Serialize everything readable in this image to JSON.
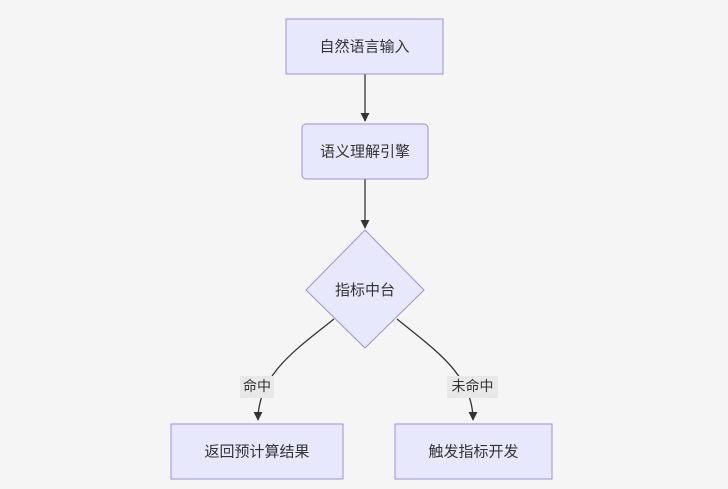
{
  "diagram": {
    "nodes": {
      "input": {
        "label": "自然语言输入"
      },
      "engine": {
        "label": "语义理解引擎"
      },
      "platform": {
        "label": "指标中台"
      },
      "return_result": {
        "label": "返回预计算结果"
      },
      "trigger_dev": {
        "label": "触发指标开发"
      }
    },
    "edges": {
      "input_to_engine": {
        "label": ""
      },
      "engine_to_platform": {
        "label": ""
      },
      "platform_to_return": {
        "label": "命中"
      },
      "platform_to_trigger": {
        "label": "未命中"
      }
    },
    "colors": {
      "node_fill": "#e8e8fd",
      "node_stroke": "#9e8fd8",
      "edge": "#333333",
      "label_bg": "#e8e8e8",
      "background": "#f5f5f5"
    }
  }
}
